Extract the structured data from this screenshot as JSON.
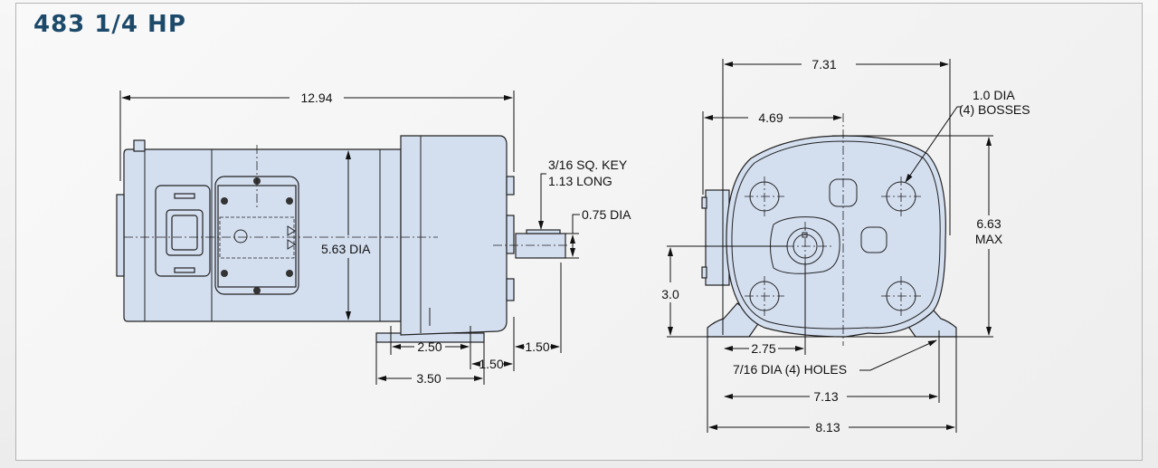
{
  "title": "483 1/4 HP",
  "side_view": {
    "overall_length": "12.94",
    "body_diameter": "5.63 DIA",
    "key_line1": "3/16 SQ. KEY",
    "key_line2": "1.13 LONG",
    "shaft_diameter": "0.75 DIA",
    "foot_hole_spacing": "2.50",
    "foot_to_face": "1.50",
    "foot_length": "3.50",
    "shaft_extension": "1.50"
  },
  "end_view": {
    "overall_width": "7.31",
    "offset_to_center": "4.69",
    "bosses_line1": "1.0 DIA",
    "bosses_line2": "(4) BOSSES",
    "height_max_line1": "6.63",
    "height_max_line2": "MAX",
    "shaft_height": "3.0",
    "hole_offset": "2.75",
    "holes": "7/16 DIA (4) HOLES",
    "hole_spacing": "7.13",
    "base_width": "8.13"
  }
}
